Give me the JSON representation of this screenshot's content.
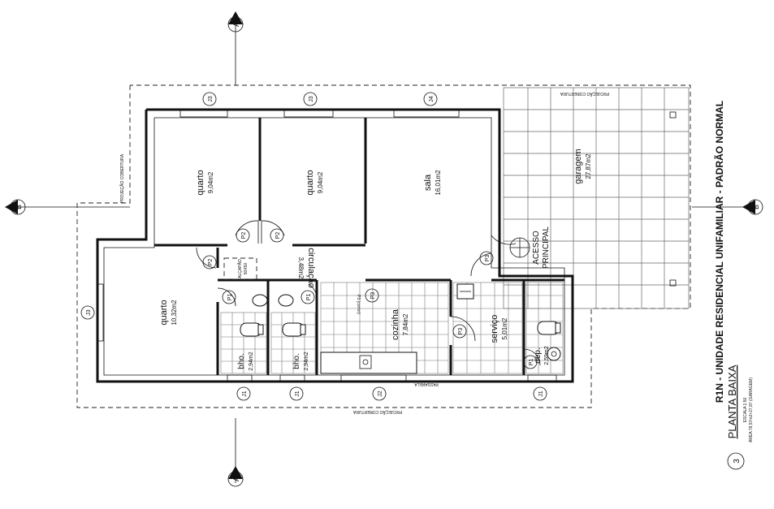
{
  "title": "R1N - UNIDADE RESIDENCIAL UNIFAMILIAR - PADRÃO NORMAL",
  "plan": {
    "number": "3",
    "name": "PLANTA BAIXA",
    "scale": "ESCALA 1:50",
    "area": "ÁREA 78,57m2+27,87 (GARAGEM)"
  },
  "section_markers": {
    "a_top": "A",
    "a_bottom": "A",
    "b_left": "B",
    "b_right": "B"
  },
  "notes": {
    "projecao_left": "PROJEÇÃO COBERTURA",
    "projecao_bottom": "PROJEÇÃO COBERTURA",
    "projecao_garage": "PROJEÇÃO COBERTURA",
    "passarela": "PASSARELA",
    "acesso_line1": "ACESSO",
    "acesso_line2": "PRINCIPAL",
    "alcapao_line1": "ALÇAPÃO",
    "alcapao_line2": "50X50",
    "p3_correr": "P3 (correr)"
  },
  "rooms": {
    "quarto1": {
      "name": "quarto",
      "area": "9,04m2"
    },
    "quarto2": {
      "name": "quarto",
      "area": "9,04m2"
    },
    "sala": {
      "name": "sala",
      "area": "16,01m2"
    },
    "garagem": {
      "name": "garagem",
      "area": "27,87m2"
    },
    "quarto3": {
      "name": "quarto",
      "area": "10,32m2"
    },
    "circulacao": {
      "name": "circulação",
      "area": "3,48m2"
    },
    "bho1": {
      "name": "bho.",
      "area": "2,94m2"
    },
    "bho2": {
      "name": "bho.",
      "area": "2,94m2"
    },
    "cozinha": {
      "name": "cozinha",
      "area": "7,84m2"
    },
    "servico": {
      "name": "serviço",
      "area": "5,01m2"
    },
    "deposito": {
      "name": "dep.",
      "area": "2,59m2"
    }
  },
  "windows": {
    "top": [
      "J3",
      "J3",
      "J4"
    ],
    "left": "J3",
    "bottom": [
      "J1",
      "J1",
      "J2",
      "J1"
    ]
  },
  "doors": {
    "p2_a": "P2",
    "p2_b": "P2",
    "p2_c": "P2",
    "p1_a": "P1",
    "p1_b": "P1",
    "p1_c": "P1",
    "p3_a": "P3",
    "p3_b": "P3",
    "p3_c": "P3"
  }
}
